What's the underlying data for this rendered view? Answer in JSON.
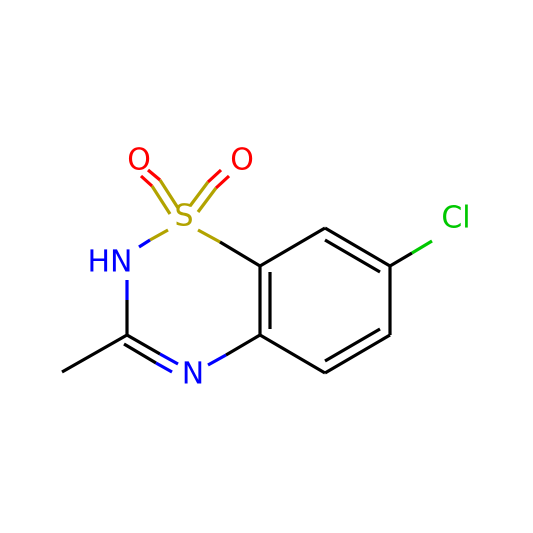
{
  "atoms": {
    "o1": {
      "label": "O",
      "color": "#ff0000"
    },
    "o2": {
      "label": "O",
      "color": "#ff0000"
    },
    "s": {
      "label": "S",
      "color": "#b2a300"
    },
    "cl": {
      "label": "Cl",
      "color": "#00c800"
    },
    "hn": {
      "label": "HN",
      "color": "#0000ff"
    },
    "n": {
      "label": "N",
      "color": "#0000ff"
    }
  }
}
